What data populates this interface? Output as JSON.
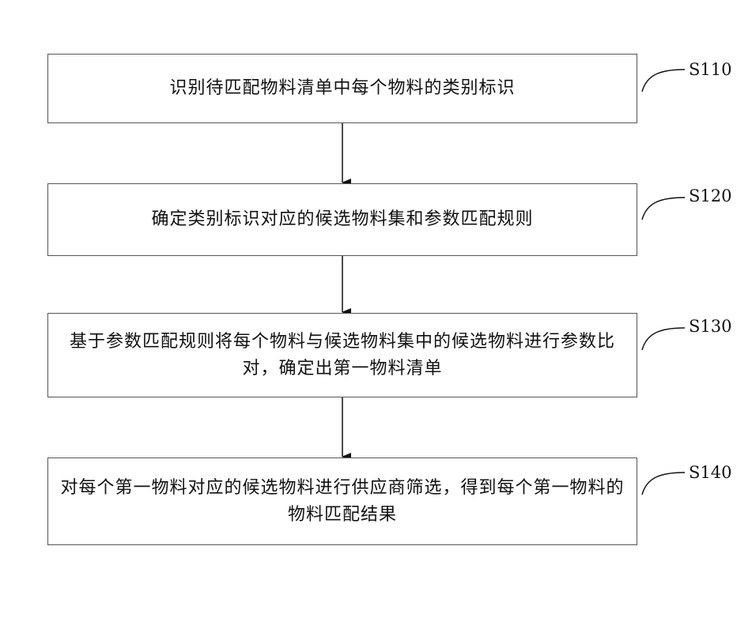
{
  "flowchart": {
    "steps": [
      {
        "id": "S110",
        "text": "识别待匹配物料清单中每个物料的类别标识"
      },
      {
        "id": "S120",
        "text": "确定类别标识对应的候选物料集和参数匹配规则"
      },
      {
        "id": "S130",
        "text": "基于参数匹配规则将每个物料与候选物料集中的候选物料进行参数比对，确定出第一物料清单"
      },
      {
        "id": "S140",
        "text": "对每个第一物料对应的候选物料进行供应商筛选，得到每个第一物料的物料匹配结果"
      }
    ]
  }
}
